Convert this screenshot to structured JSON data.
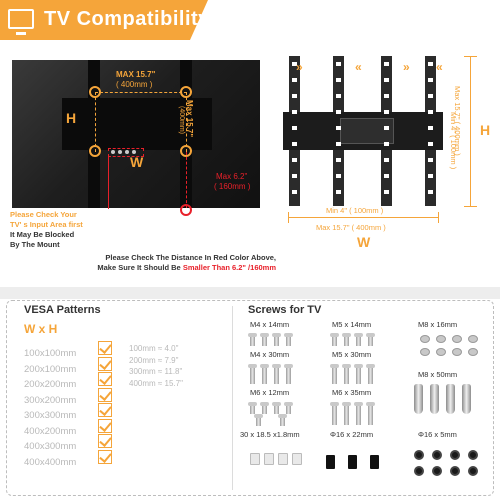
{
  "header": {
    "title": "TV Compatibility"
  },
  "tv_diagram": {
    "max_width_label": "MAX 15.7\"",
    "max_width_mm": "( 400mm )",
    "max_height_label": "Max 15.7\"",
    "max_height_mm": "(400mm)",
    "h_label": "H",
    "w_label": "W",
    "distance_label": "Max 6.2\"",
    "distance_mm": "( 160mm )",
    "input_note": [
      "Please Check Your",
      "TV' s Input Area first",
      "It May Be Blocked",
      "By The Mount"
    ],
    "distance_note_line1": "Please Check The Distance In Red Color Above,",
    "distance_note_line2_a": "Make Sure It Should Be ",
    "distance_note_line2_b": "Smaller Than 6.2\" /160mm"
  },
  "mount_diagram": {
    "h_min": "Min 4\" ( 100mm )",
    "h_max": "Max 15.7\" ( 400mm )",
    "h_label": "H",
    "w_min": "Min  4\" ( 100mm )",
    "w_max": "Max  15.7\" ( 400mm )",
    "w_label": "W",
    "arrows_left": "»",
    "arrows_right": "«"
  },
  "vesa": {
    "title": "VESA Patterns",
    "subtitle": "W x H",
    "patterns": [
      "100x100mm",
      "200x100mm",
      "200x200mm",
      "300x200mm",
      "300x300mm",
      "400x200mm",
      "400x300mm",
      "400x400mm"
    ],
    "conversions": [
      "100mm ≈   4.0\"",
      "200mm ≈   7.9\"",
      "300mm ≈ 11.8\"",
      "400mm ≈ 15.7\""
    ]
  },
  "screws": {
    "title": "Screws for TV",
    "labels": [
      "M4 x 14mm",
      "M5 x 14mm",
      "M8 x 16mm",
      "M4 x 30mm",
      "M5 x 30mm",
      "M8 x 50mm",
      "M6 x 12mm",
      "M6 x 35mm",
      "30 x 18.5 x1.8mm",
      "Φ16 x 22mm",
      "Φ16 x 5mm"
    ]
  },
  "colors": {
    "accent": "#f5a53a",
    "warning": "#e8202a"
  }
}
